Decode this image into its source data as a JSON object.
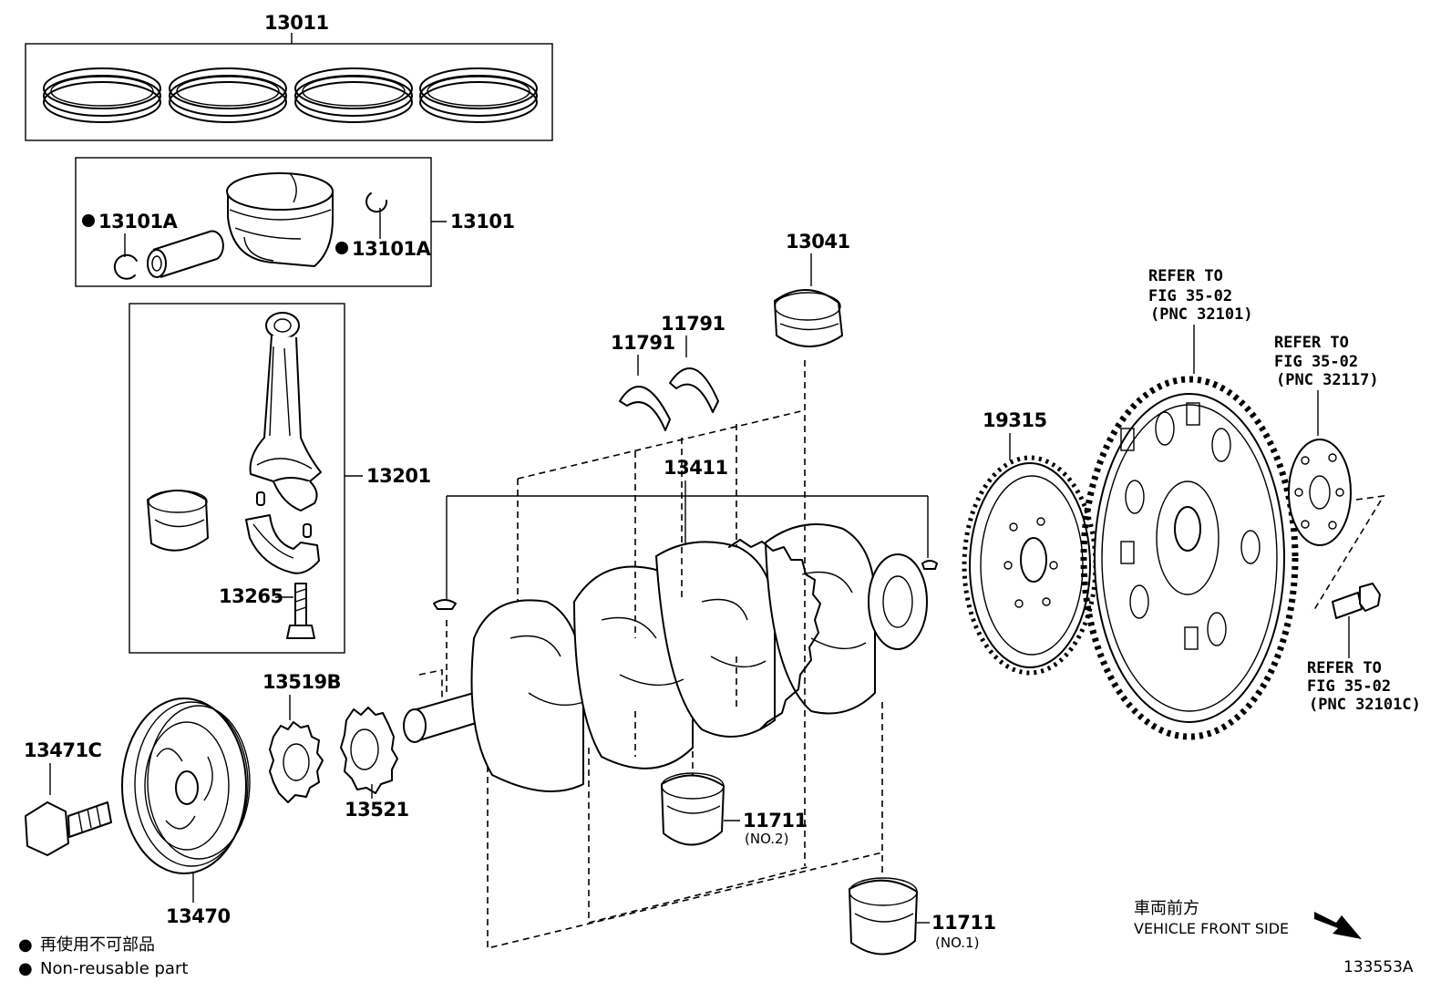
{
  "parts": {
    "p13011": "13011",
    "p13101": "13101",
    "p13101A_left": "13101A",
    "p13101A_right": "13101A",
    "p13201": "13201",
    "p13265": "13265",
    "p13041": "13041",
    "p11791_a": "11791",
    "p11791_b": "11791",
    "p13411": "13411",
    "p19315": "19315",
    "p13519B": "13519B",
    "p13521": "13521",
    "p13471C": "13471C",
    "p13470": "13470",
    "p11711_no2": "11711",
    "no2": "(NO.2)",
    "p11711_no1": "11711",
    "no1": "(NO.1)"
  },
  "references": {
    "ref1": {
      "line1": "REFER TO",
      "line2": "FIG 35-02",
      "line3": "(PNC 32101)"
    },
    "ref2": {
      "line1": "REFER TO",
      "line2": "FIG 35-02",
      "line3": "(PNC 32117)"
    },
    "ref3": {
      "line1": "REFER TO",
      "line2": "FIG 35-02",
      "line3": "(PNC 32101C)"
    }
  },
  "legend": {
    "symbol": "●",
    "japanese": "再使用不可部品",
    "english": "Non-reusable part"
  },
  "direction": {
    "japanese": "車両前方",
    "english": "VEHICLE FRONT SIDE",
    "arrow_icon": "arrow-down-right-icon"
  },
  "figure_id": "133553A"
}
